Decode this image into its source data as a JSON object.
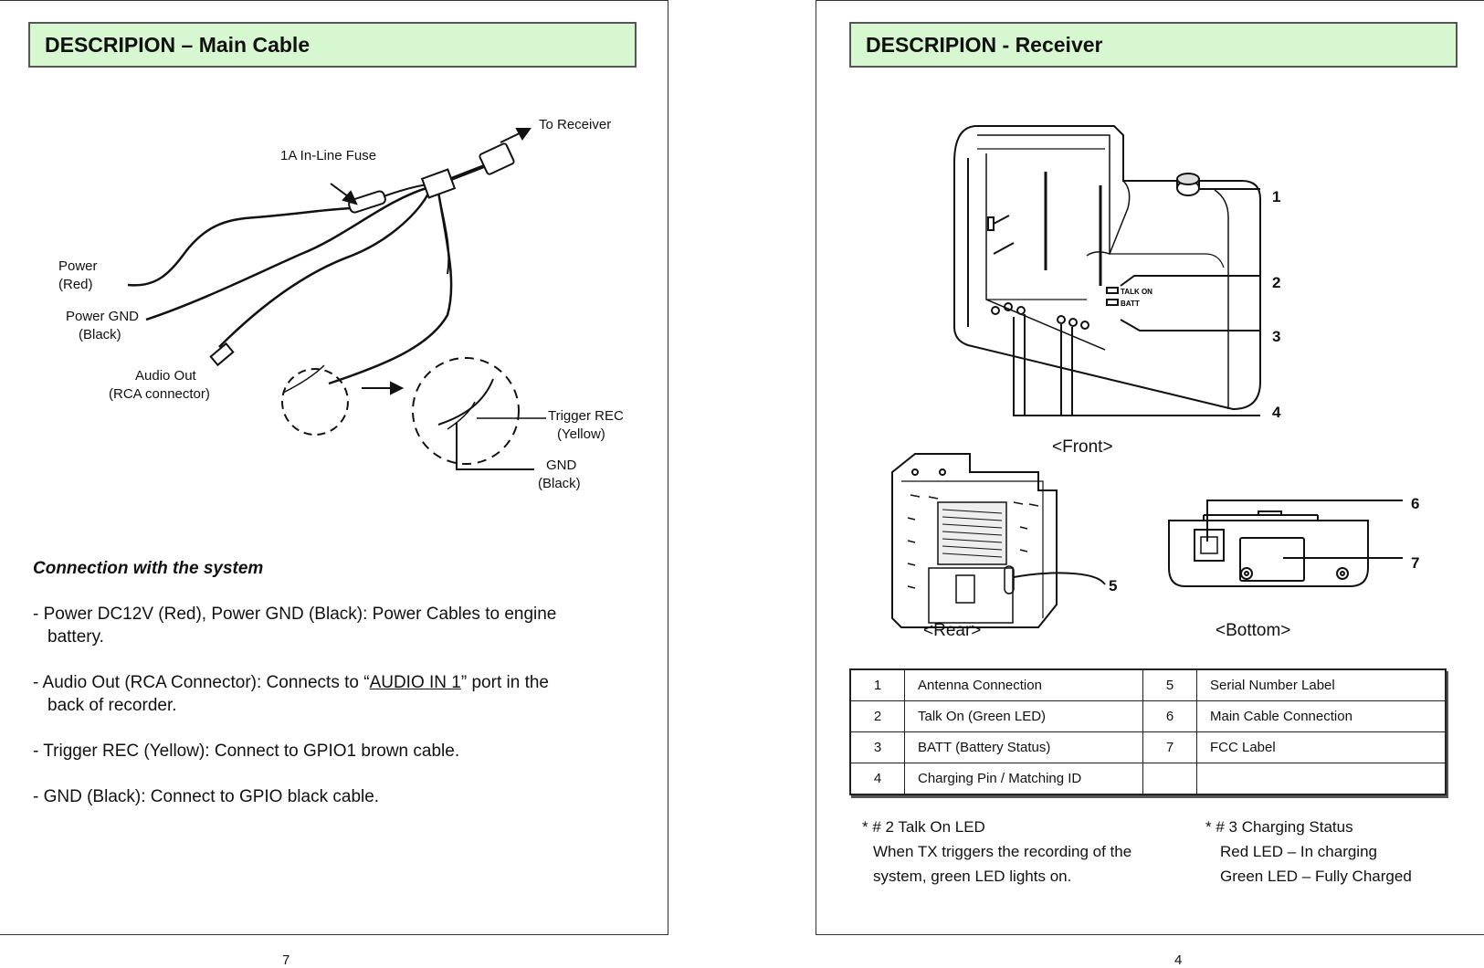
{
  "left": {
    "header": "DESCRIPION – Main Cable",
    "labels": {
      "to_receiver": "To Receiver",
      "fuse": "1A In-Line Fuse",
      "power_1": "Power",
      "power_2": "(Red)",
      "power_gnd_1": "Power GND",
      "power_gnd_2": "(Black)",
      "audio_out_1": "Audio Out",
      "audio_out_2": "(RCA connector)",
      "trigger_1": "Trigger REC",
      "trigger_2": "(Yellow)",
      "gnd_1": "GND",
      "gnd_2": "(Black)"
    },
    "section_title": "Connection with the system",
    "bullets": {
      "b1_line1": "-  Power DC12V (Red), Power GND (Black): Power Cables to engine",
      "b1_line2": "battery.",
      "b2_pre": "-  Audio Out (RCA Connector): Connects to “",
      "b2_link": "AUDIO IN 1",
      "b2_post": "” port in the",
      "b2_line2": "back of recorder.",
      "b3": "-  Trigger REC (Yellow): Connect to GPIO1 brown cable.",
      "b4": "-  GND (Black): Connect to GPIO black cable."
    },
    "page_number": "7"
  },
  "right": {
    "header": "DESCRIPION - Receiver",
    "numbers": [
      "1",
      "2",
      "3",
      "4",
      "5",
      "6",
      "7"
    ],
    "device_labels": {
      "talk_on": "TALK ON",
      "batt": "BATT"
    },
    "views": {
      "front": "<Front>",
      "rear": "<Rear>",
      "bottom": "<Bottom>"
    },
    "table": [
      {
        "n1": "1",
        "d1": "Antenna Connection",
        "n2": "5",
        "d2": "Serial Number Label"
      },
      {
        "n1": "2",
        "d1": "Talk On (Green LED)",
        "n2": "6",
        "d2": "Main Cable Connection"
      },
      {
        "n1": "3",
        "d1": "BATT (Battery Status)",
        "n2": "7",
        "d2": "FCC Label"
      },
      {
        "n1": "4",
        "d1": "Charging Pin / Matching ID",
        "n2": "",
        "d2": ""
      }
    ],
    "notes": {
      "left_1": "* # 2  Talk On LED",
      "left_2": "When TX triggers the recording of the",
      "left_3": "system, green LED lights on.",
      "right_1": "* # 3 Charging Status",
      "right_2": "Red LED – In charging",
      "right_3": "Green LED – Fully Charged"
    },
    "page_number": "4"
  }
}
